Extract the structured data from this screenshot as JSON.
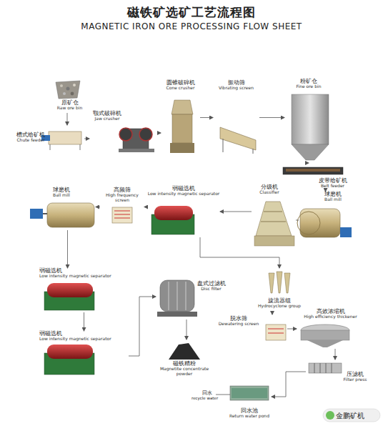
{
  "diagram": {
    "title": "磁铁矿选矿工艺流程图",
    "nodes": [
      {
        "text": [
          "原矿仓",
          "Raw ore bin"
        ]
      },
      {
        "text": [
          "槽式给矿机",
          "Chute feeder"
        ]
      },
      {
        "text": [
          "颚式破碎机",
          "Jaw crusher"
        ]
      },
      {
        "text": [
          "圆锥破碎机",
          "Cone crusher"
        ]
      },
      {
        "text": [
          "振动筛",
          "Vibrating screen"
        ]
      },
      {
        "text": [
          "粉矿仓",
          "Fine ore bin"
        ]
      },
      {
        "text": [
          "皮带给矿机",
          "Belt feeder"
        ]
      },
      {
        "text": [
          "分级机",
          "Classifier"
        ]
      },
      {
        "text": [
          "球磨机",
          "Ball mill"
        ]
      },
      {
        "text": [
          "弱磁选机",
          "Low intensity magnetic separator"
        ]
      },
      {
        "text": [
          "高频筛",
          "High frequency screen"
        ]
      },
      {
        "text": [
          "球磨机",
          "Ball mill"
        ]
      },
      {
        "text": [
          "弱磁选机",
          "Low intensity magnetic separator"
        ]
      },
      {
        "text": [
          "盘式过滤机",
          "Disc filter"
        ]
      },
      {
        "text": [
          "旋流器组",
          "Hydrocyclone group"
        ]
      },
      {
        "text": [
          "弱磁选机",
          "Low intensity magnetic separator"
        ]
      },
      {
        "text": [
          "磁铁精粉",
          "Magnetite concentrate powder"
        ]
      },
      {
        "text": [
          "脱水筛",
          "Dewatering screen"
        ]
      },
      {
        "text": [
          "高效浓缩机",
          "High efficiency thickener"
        ]
      },
      {
        "text": [
          "压滤机",
          "Filter press"
        ]
      },
      {
        "text": [
          "回水池",
          "Return water pond"
        ]
      }
    ],
    "edges": [
      {
        "from": 0,
        "to": 1,
        "arrow": "to"
      },
      {
        "from": 1,
        "to": 2,
        "arrow": "to"
      },
      {
        "from": 2,
        "to": 3,
        "arrow": "to"
      },
      {
        "from": 3,
        "to": 4,
        "arrow": "to"
      },
      {
        "from": 4,
        "to": 5,
        "arrow": "to"
      },
      {
        "from": 5,
        "to": 6,
        "arrow": "to"
      },
      {
        "from": 6,
        "to": 8,
        "arrow": "to"
      },
      {
        "from": 8,
        "to": 7,
        "arrow": "none"
      },
      {
        "from": 7,
        "to": 9,
        "arrow": "to"
      },
      {
        "from": 9,
        "to": 10,
        "arrow": "to"
      },
      {
        "from": 10,
        "to": 11,
        "arrow": "to"
      },
      {
        "from": 11,
        "to": 12,
        "arrow": "to"
      },
      {
        "from": 12,
        "to": 15,
        "arrow": "to"
      },
      {
        "from": 15,
        "to": 13,
        "arrow": "to"
      },
      {
        "from": 13,
        "to": 16,
        "arrow": "to"
      },
      {
        "from": 9,
        "to": 14,
        "arrow": "to"
      },
      {
        "from": 14,
        "to": 17,
        "arrow": "to"
      },
      {
        "from": 17,
        "to": 18,
        "arrow": "to"
      },
      {
        "from": 18,
        "to": 19,
        "arrow": "to"
      },
      {
        "from": 19,
        "to": 20,
        "arrow": "to"
      }
    ],
    "labels": [
      "MAGNETIC IRON ORE PROCESSING FLOW SHEET",
      "回水",
      "recycle water",
      "金鹏矿机"
    ]
  }
}
